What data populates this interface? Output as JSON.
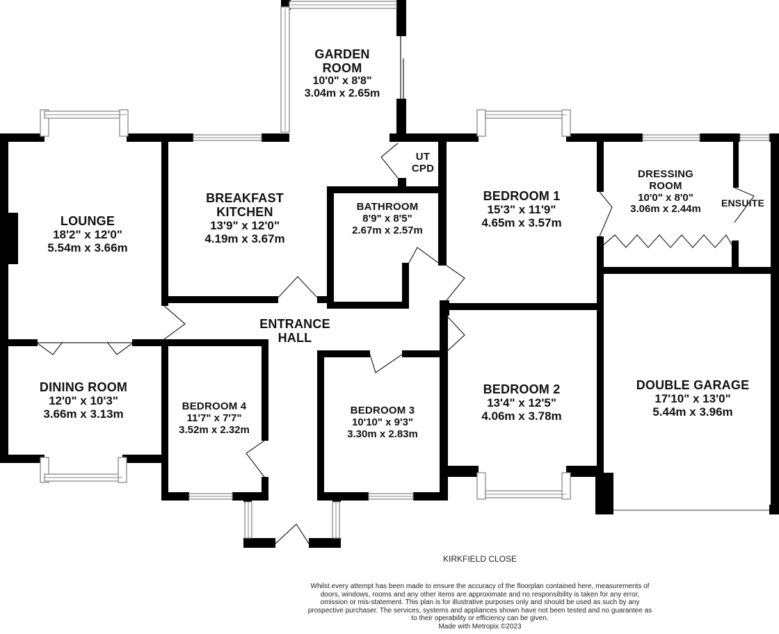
{
  "rooms": {
    "garden_room": {
      "name_1": "GARDEN",
      "name_2": "ROOM",
      "imperial": "10'0\"  x 8'8\"",
      "metric": "3.04m  x 2.65m"
    },
    "ut_cpd": {
      "name_1": "UT",
      "name_2": "CPD"
    },
    "lounge": {
      "name": "LOUNGE",
      "imperial": "18'2\"  x 12'0\"",
      "metric": "5.54m  x 3.66m"
    },
    "breakfast_kitchen": {
      "name_1": "BREAKFAST",
      "name_2": "KITCHEN",
      "imperial": "13'9\"  x 12'0\"",
      "metric": "4.19m  x 3.67m"
    },
    "bathroom": {
      "name": "BATHROOM",
      "imperial": "8'9\"  x 8'5\"",
      "metric": "2.67m  x 2.57m"
    },
    "bedroom_1": {
      "name": "BEDROOM 1",
      "imperial": "15'3\"  x 11'9\"",
      "metric": "4.65m  x 3.57m"
    },
    "dressing_room": {
      "name_1": "DRESSING",
      "name_2": "ROOM",
      "imperial": "10'0\"  x 8'0\"",
      "metric": "3.06m  x 2.44m"
    },
    "ensuite": {
      "name": "ENSUITE"
    },
    "entrance_hall": {
      "name_1": "ENTRANCE",
      "name_2": "HALL"
    },
    "dining_room": {
      "name": "DINING ROOM",
      "imperial": "12'0\"  x 10'3\"",
      "metric": "3.66m  x 3.13m"
    },
    "bedroom_4": {
      "name": "BEDROOM 4",
      "imperial": "11'7\"  x 7'7\"",
      "metric": "3.52m  x 2.32m"
    },
    "bedroom_3": {
      "name": "BEDROOM 3",
      "imperial": "10'10\"  x 9'3\"",
      "metric": "3.30m  x 2.83m"
    },
    "bedroom_2": {
      "name": "BEDROOM 2",
      "imperial": "13'4\"  x 12'5\"",
      "metric": "4.06m  x 3.78m"
    },
    "double_garage": {
      "name": "DOUBLE GARAGE",
      "imperial": "17'10\"  x 13'0\"",
      "metric": "5.44m  x 3.96m"
    }
  },
  "street": "KIRKFIELD CLOSE",
  "disclaimer": "Whilst every attempt has been made to ensure the accuracy of the floorplan contained here, measurements of doors, windows, rooms and any other items are approximate and no responsibility is taken for any error, omission or mis-statement. This plan is for illustrative purposes only and should be used as such by any prospective purchaser. The services, systems and appliances shown have not been tested and no guarantee as to their operability or efficiency can be given.",
  "credit": "Made with Metropix ©2023",
  "colors": {
    "wall": "#000000",
    "window": "#888888",
    "background": "#ffffff"
  }
}
